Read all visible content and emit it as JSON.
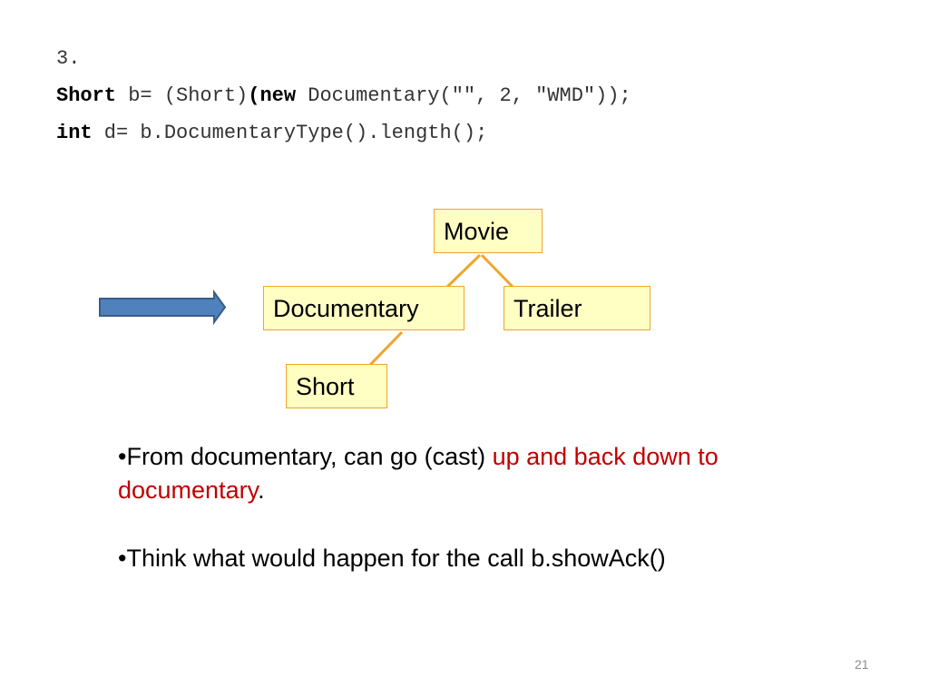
{
  "code": {
    "line1": "3.",
    "line2": {
      "kw1": "Short",
      "text1": " b= (Short)",
      "kw2": "(new",
      "text2": " Documentary(\"\", 2, \"WMD\"));"
    },
    "line3": {
      "kw1": "int",
      "text1": " d= b.DocumentaryType().length();"
    }
  },
  "diagram": {
    "movie": "Movie",
    "documentary": "Documentary",
    "trailer": "Trailer",
    "short": "Short"
  },
  "bullets": {
    "b1_prefix": "•From documentary, can go (cast) ",
    "b1_highlight": "up and back down to documentary",
    "b1_suffix": ".",
    "b2": "•Think what would happen for the call b.showAck()"
  },
  "page_number": "21",
  "colors": {
    "box_fill": "#ffffc4",
    "box_border": "#f0a52a",
    "connector": "#f0a52a",
    "arrow": "#4f81bd",
    "highlight_text": "#c00000"
  },
  "icons": {
    "pointer_arrow": "right-arrow-icon"
  }
}
